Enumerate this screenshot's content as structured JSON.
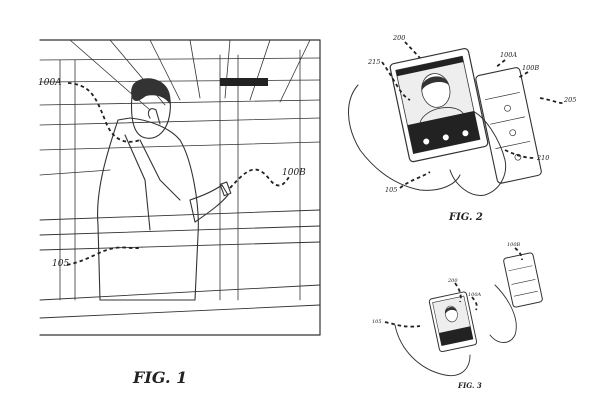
{
  "figures": [
    {
      "caption": "FIG. 1",
      "labels": [
        "100A",
        "100B",
        "105"
      ]
    },
    {
      "caption": "FIG. 2",
      "labels": [
        "200",
        "100A",
        "100B",
        "215",
        "205",
        "210",
        "105"
      ]
    },
    {
      "caption": "FIG. 3",
      "labels": [
        "100B",
        "200",
        "100A",
        "105"
      ]
    }
  ]
}
